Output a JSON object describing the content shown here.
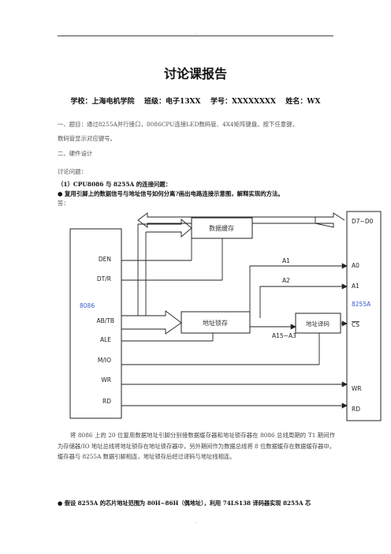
{
  "header": {
    "dot": "."
  },
  "title": "讨论课报告",
  "info_line": "学校：上海电机学院    班级：电子13XX    学号：XXXXXXXX    姓名：WX",
  "section1": {
    "line1": "一、题目：通过8255A并行接口，8086CPU连接LED数码管、4X4矩阵键盘。按下任意键，",
    "line2": "数码管显示对应键号。"
  },
  "section2": {
    "heading": "二、硬件设计"
  },
  "discussion": {
    "heading": "讨论问题：",
    "q1": "（1）CPU8086 与 8255A 的连接问题：",
    "bullet1": "●  复用引脚上的数据信号与地址信号如何分离?画出电路连接示意图，解释实现的方法。",
    "answer_label": "答："
  },
  "diagram": {
    "cpu_label": "8086",
    "cpu_pins": [
      "DEN",
      "DT/R",
      "AB/TB",
      "ALE",
      "M/IO",
      "WR",
      "RD"
    ],
    "ppi_label": "8255A",
    "ppi_pins": [
      "D7~D0",
      "A0",
      "A1",
      "CS",
      "WR",
      "RD"
    ],
    "data_buffer": "数据缓存",
    "addr_latch": "地址锁存",
    "addr_decode": "地址译码",
    "line_labels": [
      "A1",
      "A2",
      "A15~A3"
    ]
  },
  "explanation": "将 8086 上的 20 位复用数据地址引脚分别接数据缓存器和地址锁存器在 8086 总线周期的 T1 期间作为存储器/IO 地址总线将地址锁存在地址锁存器中，另外期间作为数据总线将 8 位数据缓存在数据缓存器中。缓存器与 8255A 数据引脚相连，地址锁存后经过译码与地址线相连。",
  "bullet2": "●  假设 8255A 的芯片地址范围为 80H~86H（偶地址），利用 74LS138 译码器实现 8255A 芯",
  "footer": {
    "dot": "."
  },
  "colors": {
    "accent_blue": "#3a5bd0",
    "text": "#222222"
  }
}
